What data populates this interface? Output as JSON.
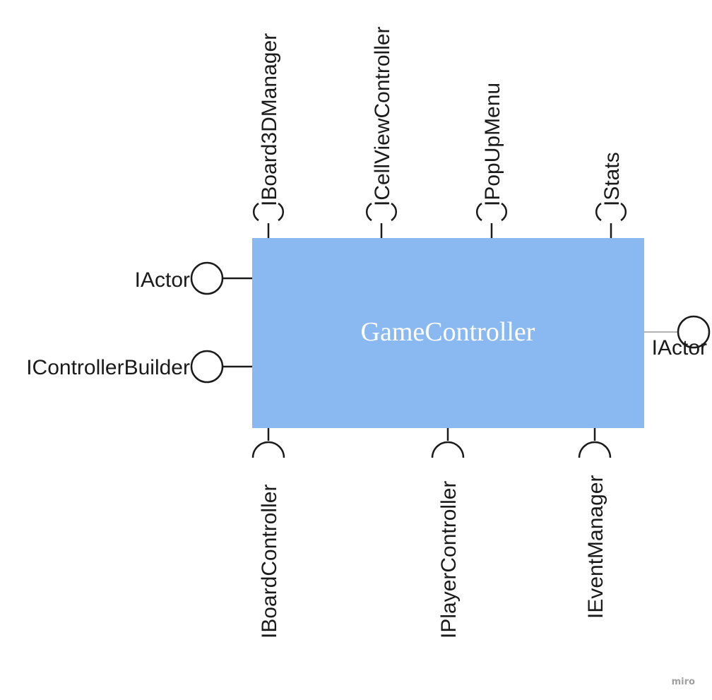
{
  "component": {
    "name": "GameController",
    "fill_color": "#8ab9f1"
  },
  "required_top": [
    "IBoard3DManager",
    "ICellViewController",
    "IPopUpMenu",
    "IStats"
  ],
  "required_bottom": [
    "IBoardController",
    "IPlayerController",
    "IEventManager"
  ],
  "provided_left": [
    "IActor",
    "IControllerBuilder"
  ],
  "provided_right": [
    "IActor"
  ],
  "watermark": "miro"
}
